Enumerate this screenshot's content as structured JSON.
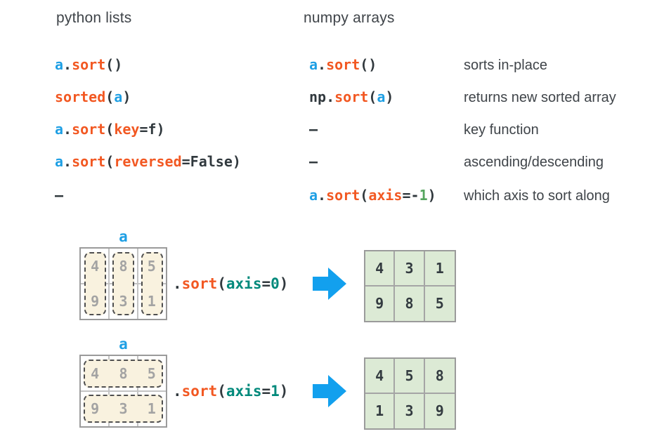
{
  "palette": {
    "code_blue": "#1e9fe4",
    "code_orange": "#f25822",
    "code_dark": "#30383d",
    "code_teal": "#00897b",
    "code_green": "#55a55e",
    "text_dark": "#3f4449",
    "matrix_border": "#9b9b9b",
    "gridline": "#c4c4c4",
    "result_gridline": "#a5a5a5",
    "matrix_value_gray": "#a3a3a3",
    "highlight_cream": "#f9f2df",
    "dashed_border": "#4f4f4f",
    "result_green": "#dcead5",
    "result_text": "#333b40",
    "arrow_blue": "#12a0ee"
  },
  "headers": {
    "left": "python lists",
    "right": "numpy arrays"
  },
  "table": {
    "rows": [
      {
        "python": [
          {
            "t": "a",
            "c": "blue"
          },
          {
            "t": ".",
            "c": "dark"
          },
          {
            "t": "sort",
            "c": "orange"
          },
          {
            "t": "()",
            "c": "dark"
          }
        ],
        "numpy": [
          {
            "t": "a",
            "c": "blue"
          },
          {
            "t": ".",
            "c": "dark"
          },
          {
            "t": "sort",
            "c": "orange"
          },
          {
            "t": "()",
            "c": "dark"
          }
        ],
        "desc": "sorts in-place"
      },
      {
        "python": [
          {
            "t": "sorted",
            "c": "orange"
          },
          {
            "t": "(",
            "c": "dark"
          },
          {
            "t": "a",
            "c": "blue"
          },
          {
            "t": ")",
            "c": "dark"
          }
        ],
        "numpy": [
          {
            "t": "np.",
            "c": "dark"
          },
          {
            "t": "sort",
            "c": "orange"
          },
          {
            "t": "(",
            "c": "dark"
          },
          {
            "t": "a",
            "c": "blue"
          },
          {
            "t": ")",
            "c": "dark"
          }
        ],
        "desc": "returns new sorted array"
      },
      {
        "python": [
          {
            "t": "a",
            "c": "blue"
          },
          {
            "t": ".",
            "c": "dark"
          },
          {
            "t": "sort",
            "c": "orange"
          },
          {
            "t": "(",
            "c": "dark"
          },
          {
            "t": "key",
            "c": "orange"
          },
          {
            "t": "=f)",
            "c": "dark"
          }
        ],
        "numpy": [
          {
            "t": "–",
            "c": "dark"
          }
        ],
        "desc": "key function"
      },
      {
        "python": [
          {
            "t": "a",
            "c": "blue"
          },
          {
            "t": ".",
            "c": "dark"
          },
          {
            "t": "sort",
            "c": "orange"
          },
          {
            "t": "(",
            "c": "dark"
          },
          {
            "t": "reversed",
            "c": "orange"
          },
          {
            "t": "=False)",
            "c": "dark"
          }
        ],
        "numpy": [
          {
            "t": "–",
            "c": "dark"
          }
        ],
        "desc": "ascending/descending"
      },
      {
        "python": [
          {
            "t": "–",
            "c": "dark"
          }
        ],
        "numpy": [
          {
            "t": "a",
            "c": "blue"
          },
          {
            "t": ".",
            "c": "dark"
          },
          {
            "t": "sort",
            "c": "orange"
          },
          {
            "t": "(",
            "c": "dark"
          },
          {
            "t": "axis",
            "c": "orange"
          },
          {
            "t": "=-",
            "c": "dark"
          },
          {
            "t": "1",
            "c": "green"
          },
          {
            "t": ")",
            "c": "dark"
          }
        ],
        "desc": "which axis to sort along"
      }
    ]
  },
  "diagrams": [
    {
      "label": "a",
      "input": [
        [
          "4",
          "8",
          "5"
        ],
        [
          "9",
          "3",
          "1"
        ]
      ],
      "highlight": "columns",
      "code": [
        {
          "t": ".",
          "c": "dark"
        },
        {
          "t": "sort",
          "c": "orange"
        },
        {
          "t": "(",
          "c": "dark"
        },
        {
          "t": "axis",
          "c": "teal"
        },
        {
          "t": "=",
          "c": "dark"
        },
        {
          "t": "0",
          "c": "teal"
        },
        {
          "t": ")",
          "c": "dark"
        }
      ],
      "output": [
        [
          "4",
          "3",
          "1"
        ],
        [
          "9",
          "8",
          "5"
        ]
      ]
    },
    {
      "label": "a",
      "input": [
        [
          "4",
          "8",
          "5"
        ],
        [
          "9",
          "3",
          "1"
        ]
      ],
      "highlight": "rows",
      "code": [
        {
          "t": ".",
          "c": "dark"
        },
        {
          "t": "sort",
          "c": "orange"
        },
        {
          "t": "(",
          "c": "dark"
        },
        {
          "t": "axis",
          "c": "teal"
        },
        {
          "t": "=",
          "c": "dark"
        },
        {
          "t": "1",
          "c": "teal"
        },
        {
          "t": ")",
          "c": "dark"
        }
      ],
      "output": [
        [
          "4",
          "5",
          "8"
        ],
        [
          "1",
          "3",
          "9"
        ]
      ]
    }
  ]
}
